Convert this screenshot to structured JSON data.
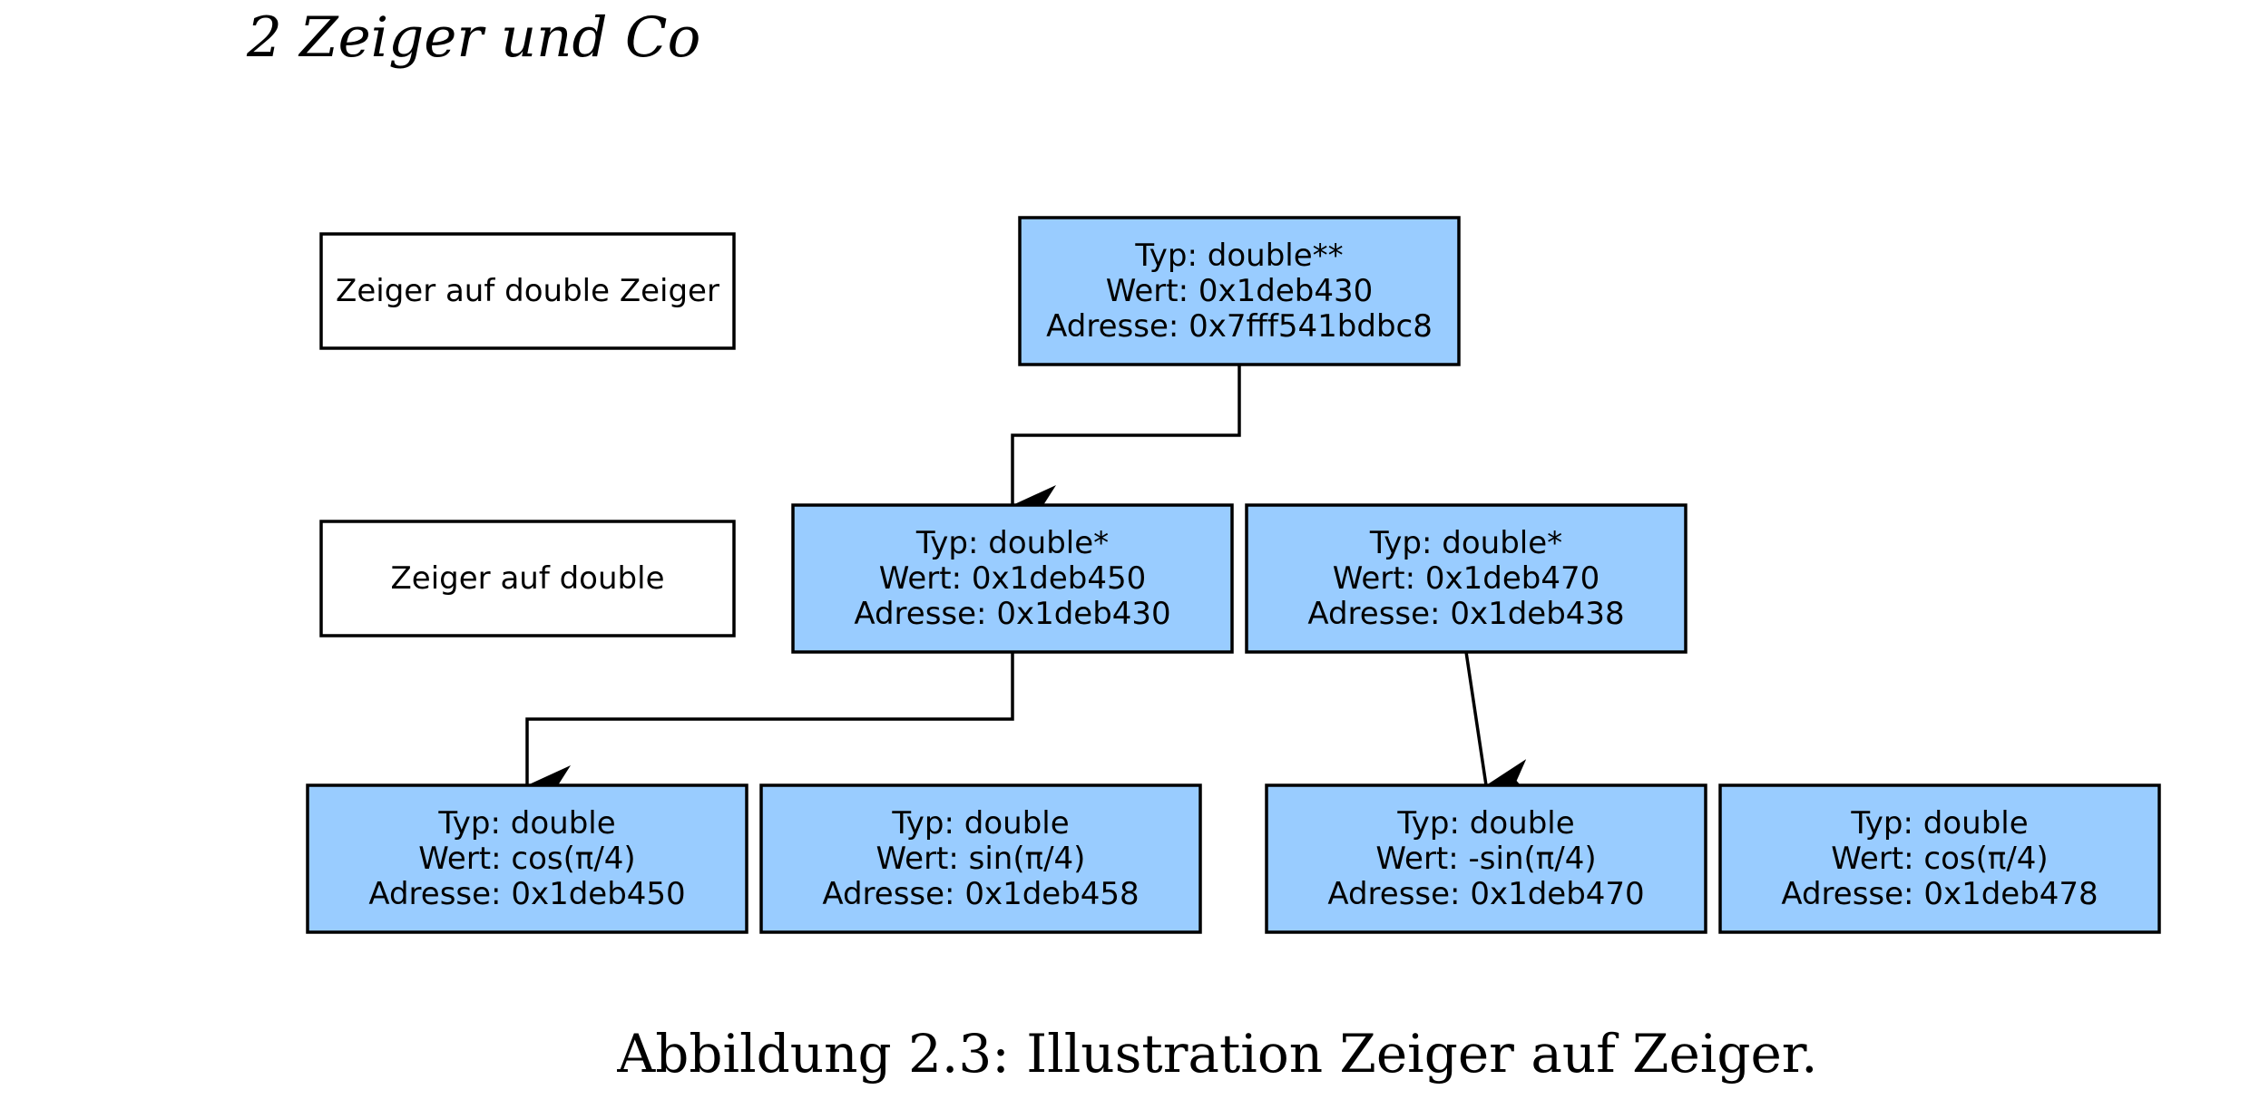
{
  "header": {
    "running_head": "2 Zeiger und Co"
  },
  "caption": "Abbildung 2.3: Illustration Zeiger auf Zeiger.",
  "colors": {
    "node_fill": "#99ccff",
    "label_fill": "#ffffff",
    "stroke": "#000000"
  },
  "diagram": {
    "row_labels": [
      "Zeiger auf double Zeiger",
      "Zeiger auf double"
    ],
    "nodes": [
      {
        "id": "pp",
        "lines": [
          "Typ: double**",
          "Wert:  0x1deb430",
          "Adresse:  0x7fff541bdbc8"
        ]
      },
      {
        "id": "p0",
        "lines": [
          "Typ: double*",
          "Wert:  0x1deb450",
          "Adresse:  0x1deb430"
        ]
      },
      {
        "id": "p1",
        "lines": [
          "Typ: double*",
          "Wert:  0x1deb470",
          "Adresse:  0x1deb438"
        ]
      },
      {
        "id": "d0",
        "lines": [
          "Typ: double",
          "Wert:  cos(π/4)",
          "Adresse:  0x1deb450"
        ]
      },
      {
        "id": "d1",
        "lines": [
          "Typ: double",
          "Wert:  sin(π/4)",
          "Adresse:  0x1deb458"
        ]
      },
      {
        "id": "d2",
        "lines": [
          "Typ: double",
          "Wert:  -sin(π/4)",
          "Adresse:  0x1deb470"
        ]
      },
      {
        "id": "d3",
        "lines": [
          "Typ: double",
          "Wert:  cos(π/4)",
          "Adresse:  0x1deb478"
        ]
      }
    ],
    "edges": [
      {
        "from": "pp",
        "to": "p0"
      },
      {
        "from": "p0",
        "to": "d0"
      },
      {
        "from": "p1",
        "to": "d2"
      }
    ]
  }
}
